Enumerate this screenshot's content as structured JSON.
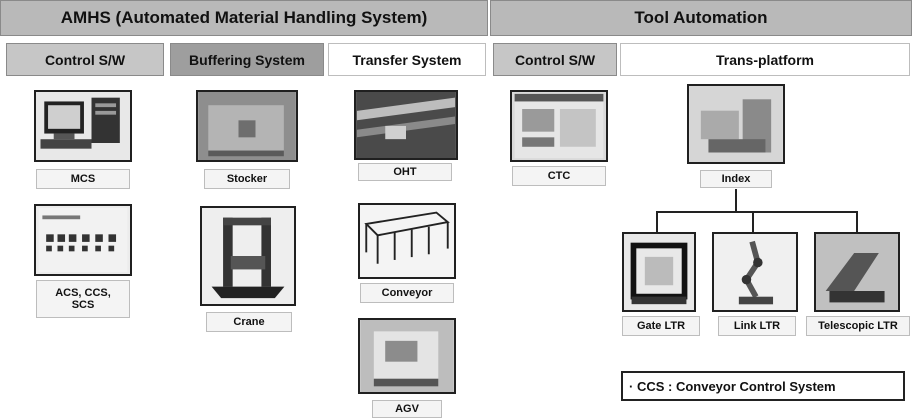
{
  "headers": {
    "amhs": "AMHS  (Automated Material Handling System)",
    "tool": "Tool Automation"
  },
  "subheaders": {
    "control_sw_1": "Control S/W",
    "buffering": "Buffering System",
    "transfer": "Transfer System",
    "control_sw_2": "Control S/W",
    "trans_platform": "Trans-platform"
  },
  "items": {
    "mcs": "MCS",
    "acs": "ACS, CCS,\nSCS",
    "stocker": "Stocker",
    "crane": "Crane",
    "oht": "OHT",
    "conveyor": "Conveyor",
    "agv": "AGV",
    "ctc": "CTC",
    "index": "Index",
    "gate_ltr": "Gate LTR",
    "link_ltr": "Link LTR",
    "telescopic_ltr": "Telescopic LTR"
  },
  "note": "· CCS : Conveyor Control System"
}
